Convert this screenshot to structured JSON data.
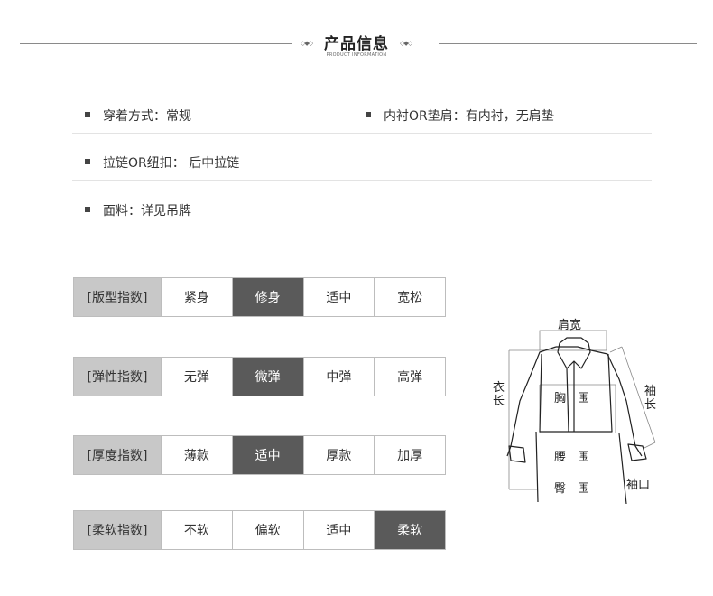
{
  "header": {
    "title": "产品信息",
    "subtitle": "PRODUCT INFORMATION",
    "deco_left": "◇◆◇",
    "deco_right": "◇◆◇"
  },
  "info_rows": [
    {
      "label": "穿着方式：常规"
    },
    {
      "label": "内衬OR垫肩：有内衬，无肩垫"
    },
    {
      "label": "拉链OR纽扣： 后中拉链"
    },
    {
      "label": "面料：详见吊牌"
    }
  ],
  "indices": [
    {
      "label": "[版型指数]",
      "options": [
        "紧身",
        "修身",
        "适中",
        "宽松"
      ],
      "selected": 1
    },
    {
      "label": "[弹性指数]",
      "options": [
        "无弹",
        "微弹",
        "中弹",
        "高弹"
      ],
      "selected": 1
    },
    {
      "label": "[厚度指数]",
      "options": [
        "薄款",
        "适中",
        "厚款",
        "加厚"
      ],
      "selected": 1
    },
    {
      "label": "[柔软指数]",
      "options": [
        "不软",
        "偏软",
        "适中",
        "柔软"
      ],
      "selected": 3
    }
  ],
  "diagram": {
    "shoulder": "肩宽",
    "length_a": "衣",
    "length_b": "长",
    "sleeve_a": "袖",
    "sleeve_b": "长",
    "chest": "胸　围",
    "waist": "腰　围",
    "hip": "臀　围",
    "cuff": "袖口"
  }
}
